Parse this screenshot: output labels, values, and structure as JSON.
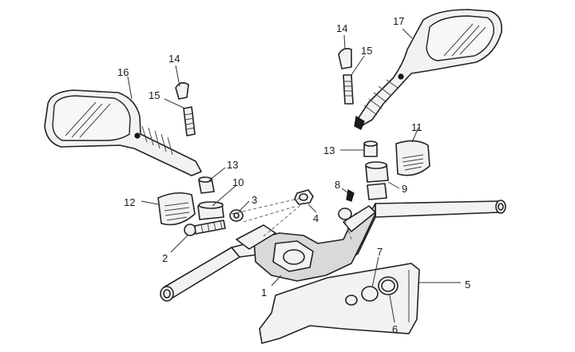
{
  "diagram": {
    "callouts": {
      "c1": "1",
      "c2": "2",
      "c3": "3",
      "c4": "4",
      "c5": "5",
      "c6": "6",
      "c7": "7",
      "c8": "8",
      "c9": "9",
      "c10": "10",
      "c11": "11",
      "c12": "12",
      "c13_left": "13",
      "c13_right": "13",
      "c14_left": "14",
      "c14_right": "14",
      "c15_left": "15",
      "c15_right": "15",
      "c16": "16",
      "c17": "17"
    }
  }
}
